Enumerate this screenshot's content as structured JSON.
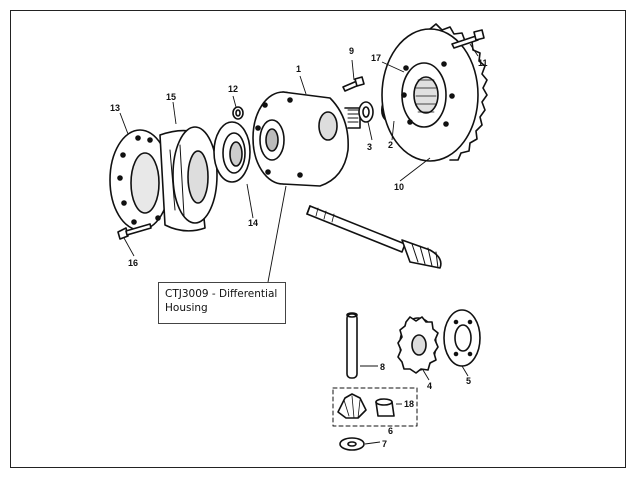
{
  "callout": {
    "text": "CTJ3009 - Differential Housing"
  },
  "part_numbers": [
    "1",
    "2",
    "3",
    "4",
    "5",
    "6",
    "7",
    "8",
    "9",
    "10",
    "11",
    "12",
    "13",
    "14",
    "15",
    "16",
    "17",
    "18"
  ]
}
